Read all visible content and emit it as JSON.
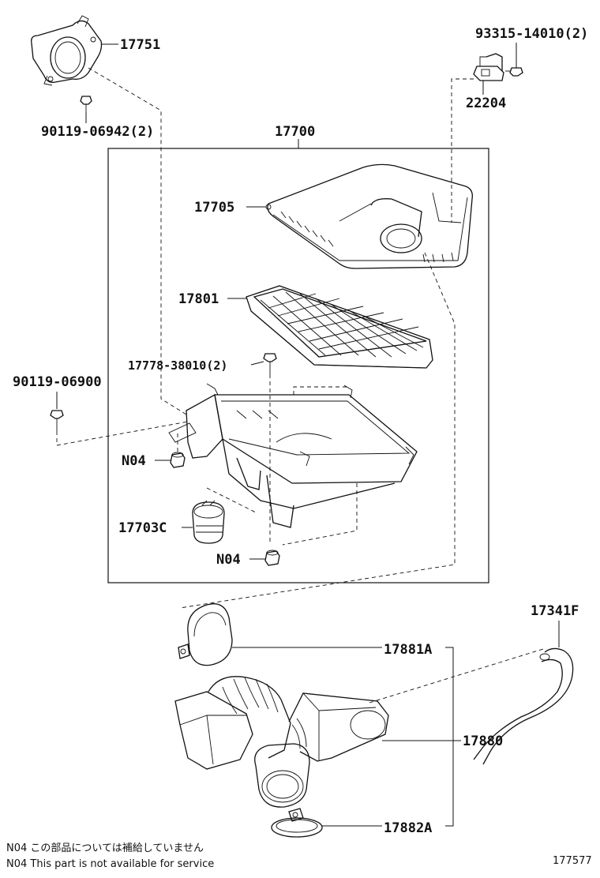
{
  "labels": {
    "p17751": "17751",
    "p90119_06942": "90119-06942(2)",
    "p93315_14010": "93315-14010(2)",
    "p22204": "22204",
    "p17700": "17700",
    "p17705": "17705",
    "p17801": "17801",
    "p17778_38010": "17778-38010(2)",
    "p90119_06900": "90119-06900",
    "n04_left": "N04",
    "p17703c": "17703C",
    "n04_bottom": "N04",
    "p17341f": "17341F",
    "p17881a": "17881A",
    "p17880": "17880",
    "p17882a": "17882A"
  },
  "notes": {
    "jp": "N04 この部品については補給していません",
    "en": "N04 This part is not available for service"
  },
  "diagram_id": "177577"
}
